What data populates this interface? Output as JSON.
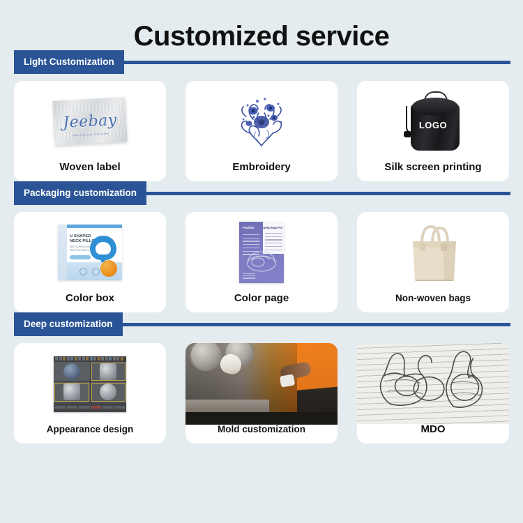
{
  "page": {
    "title": "Customized service",
    "background_color": "#e5ecef",
    "accent_color": "#2a5496"
  },
  "sections": [
    {
      "tab_label": "Light Customization",
      "cards": [
        {
          "label": "Woven label",
          "artwork": "woven-label",
          "artwork_text": {
            "brand": "Jeebay",
            "subtext": "made with love handcrafted"
          }
        },
        {
          "label": "Embroidery",
          "artwork": "floral-embroidery",
          "artwork_text": {}
        },
        {
          "label": "Silk screen printing",
          "artwork": "black-drawstring-bag",
          "artwork_text": {
            "print": "LOGO"
          }
        }
      ]
    },
    {
      "tab_label": "Packaging customization",
      "cards": [
        {
          "label": "Color box",
          "artwork": "neck-pillow-color-box",
          "artwork_text": {
            "title_line1": "U SHAPED",
            "title_line2": "NECK PILLOW",
            "sub_line1": "360° SURROUND",
            "sub_line2": "SUPPORT NECK"
          }
        },
        {
          "label": "Color page",
          "artwork": "purple-color-page",
          "artwork_text": {
            "heading_left": "Padrão",
            "heading_right": "Deep Nap Pro"
          }
        },
        {
          "label": "Non-woven bags",
          "artwork": "beige-tote-bag",
          "artwork_text": {}
        }
      ]
    },
    {
      "tab_label": "Deep customization",
      "cards": [
        {
          "label": "Appearance design",
          "artwork": "cad-software-screenshot",
          "artwork_text": {}
        },
        {
          "label": "Mold customization",
          "artwork": "factory-worker-mold-photo",
          "artwork_text": {}
        },
        {
          "label": "MDO",
          "artwork": "hand-drawn-sketch",
          "artwork_text": {}
        }
      ]
    }
  ]
}
